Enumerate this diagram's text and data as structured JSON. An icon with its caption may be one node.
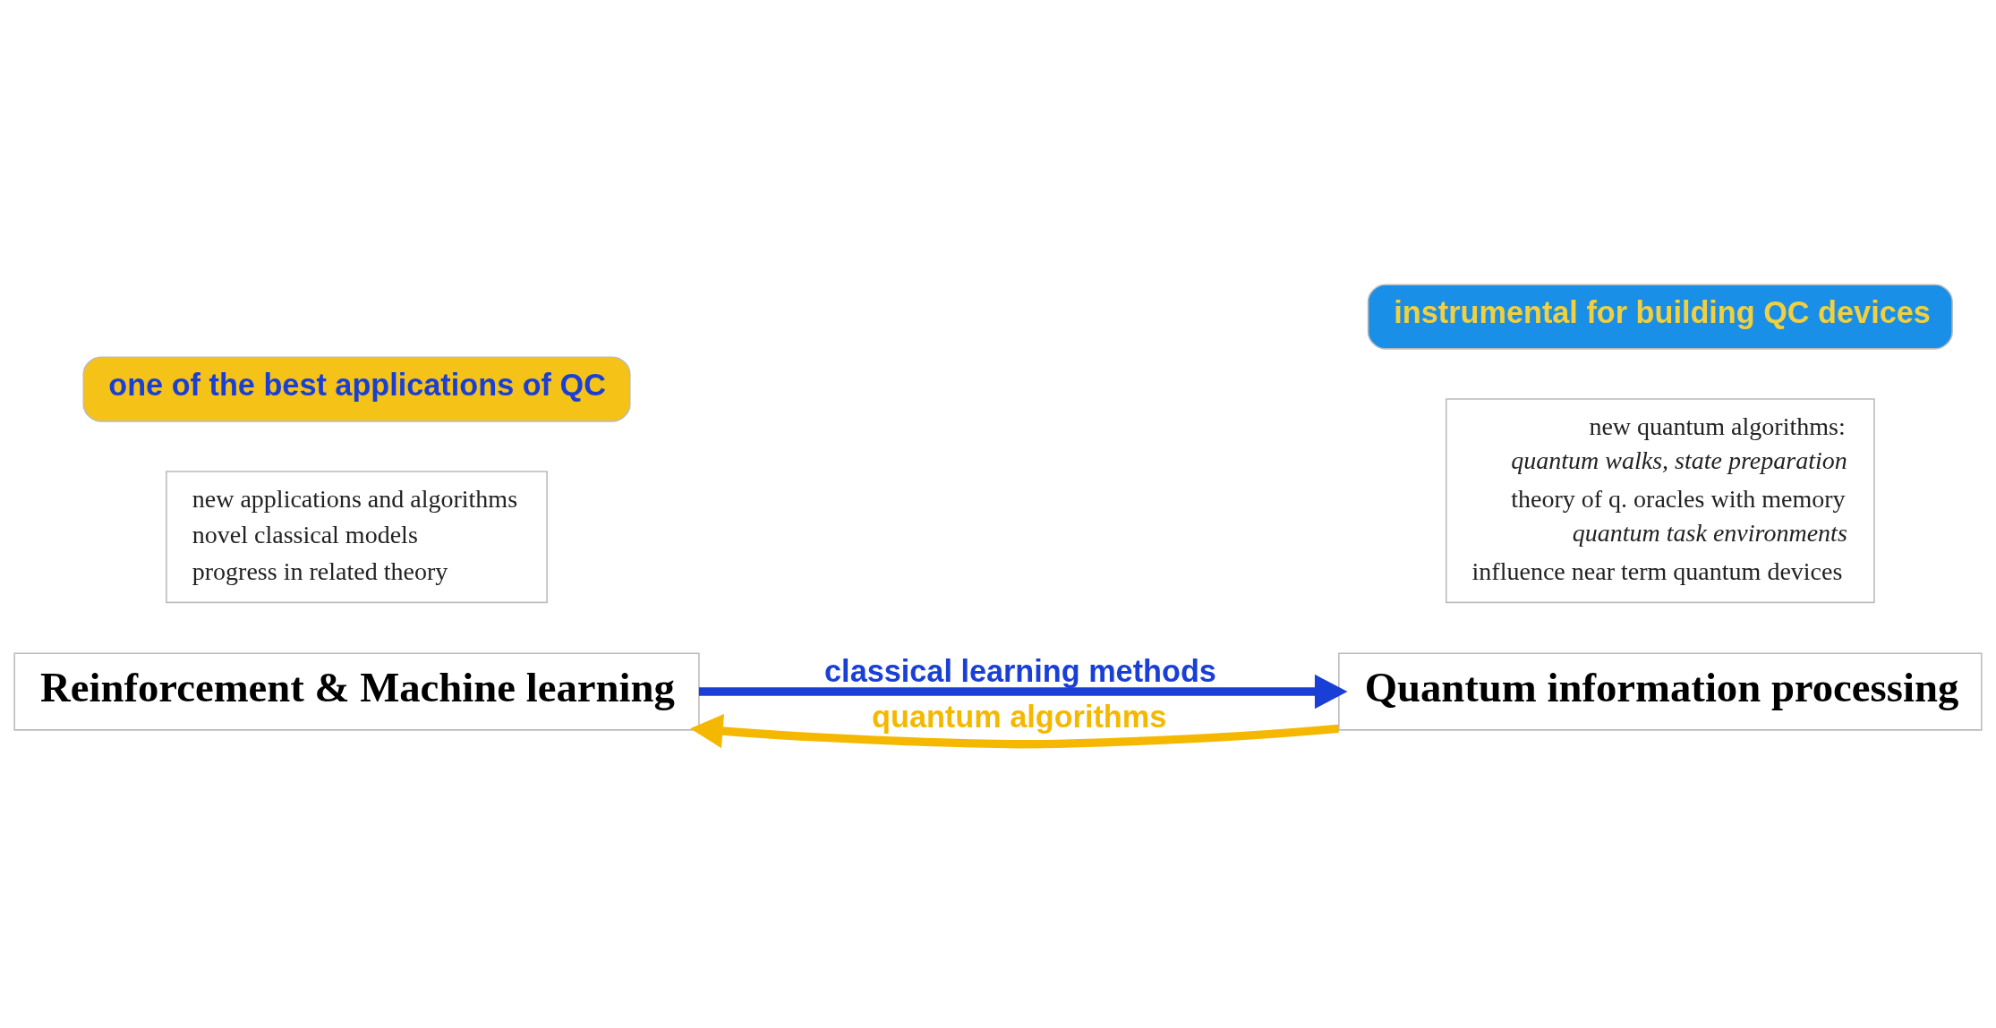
{
  "diagram": {
    "nodes": [
      {
        "text": [
          "Reinforcement & Machine learning"
        ]
      },
      {
        "text": [
          "Quantum information processing"
        ]
      },
      {
        "text": [
          "new applications and algorithms",
          "novel classical models",
          "progress in related theory"
        ]
      },
      {
        "text": [
          "new quantum algorithms:",
          "quantum walks, state preparation",
          "theory of q. oracles with memory",
          "quantum task environments",
          "influence near term quantum devices"
        ]
      },
      {
        "text": [
          "instrumental for building QC devices"
        ]
      },
      {
        "text": [
          "one of the best applications of QC"
        ]
      }
    ],
    "edges": [
      {
        "from": 0,
        "to": 1,
        "arrow": "to",
        "label": "classical learning methods",
        "color": "#1a3fd6"
      },
      {
        "from": 1,
        "to": 0,
        "arrow": "to",
        "label": "quantum algorithms",
        "color": "#f5b800"
      }
    ]
  }
}
